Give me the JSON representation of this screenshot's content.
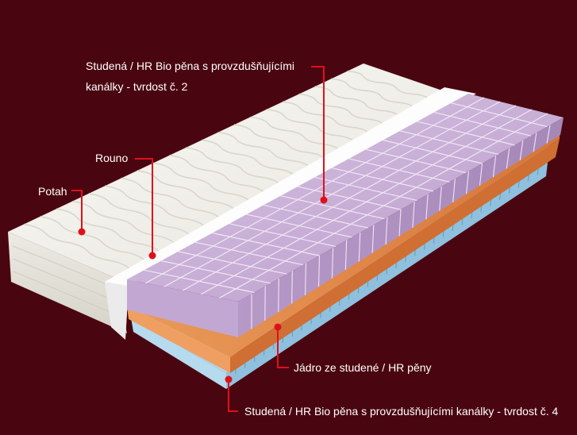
{
  "labels": {
    "top_layer_line1": "Studená / HR Bio pěna s provzdušňujícími",
    "top_layer_line2": "kanálky - tvrdost č. 2",
    "fleece": "Rouno",
    "cover": "Potah",
    "core": "Jádro ze studené / HR pěny",
    "bottom_layer": "Studená / HR Bio pěna s provzdušňujícími kanálky - tvrdost č. 4"
  },
  "colors": {
    "background": "#4a0610",
    "leader_line": "#e0101a",
    "cover": "#f2f1ec",
    "fleece": "#fbfbfb",
    "top_foam": "#c9afd6",
    "core_foam": "#e2884a",
    "bottom_foam": "#a9d4ea"
  }
}
